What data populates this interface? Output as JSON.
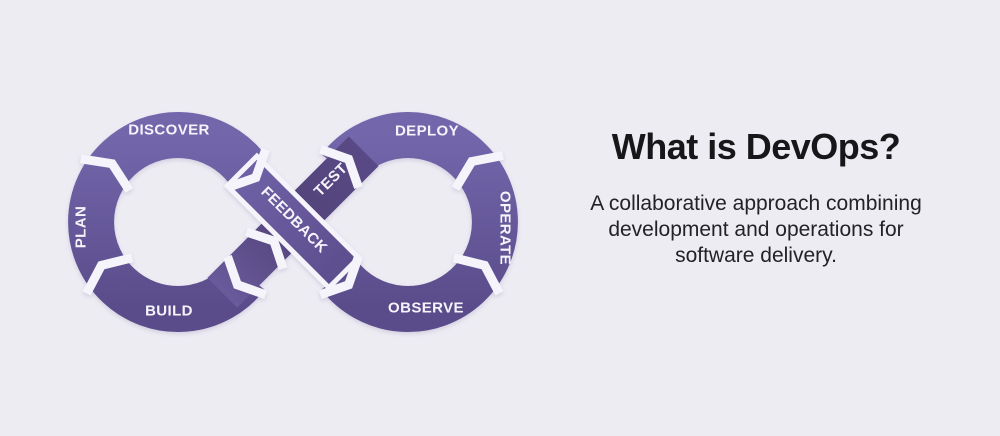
{
  "background_color": "#edecf3",
  "diagram": {
    "type": "devops-infinity-loop",
    "loop_labels": {
      "discover": "DISCOVER",
      "plan": "PLAN",
      "build": "BUILD",
      "feedback": "FEEDBACK",
      "test": "TEST",
      "deploy": "DEPLOY",
      "operate": "OPERATE",
      "observe": "OBSERVE"
    },
    "colors": {
      "loop_purple": "#675a9e",
      "loop_purple_light": "#7366ab",
      "loop_purple_dark": "#524379",
      "label_text": "#f6f4fb",
      "gap_white": "#f5f4fa"
    }
  },
  "content": {
    "heading": "What is DevOps?",
    "description_lines": [
      "A collaborative approach combining",
      "development and operations for",
      "software delivery."
    ],
    "heading_color": "#17171a",
    "description_color": "#222227"
  }
}
